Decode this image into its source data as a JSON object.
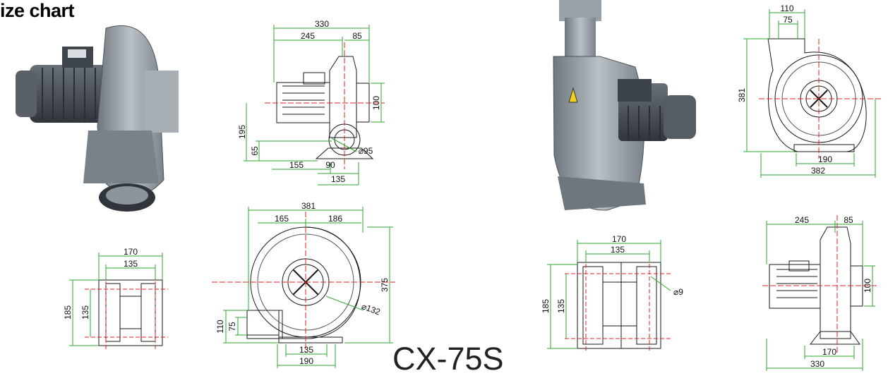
{
  "page": {
    "title": "ize chart",
    "model": "CX-75S"
  },
  "colors": {
    "dimension_line": "#2ea82e",
    "center_line": "#e02020",
    "outline": "#1a1a1a",
    "metal": "#9aa2aa",
    "metal_dark": "#5e666e",
    "motor": "#4a5058"
  },
  "dimensions": [
    {
      "id": "d1",
      "text": "330"
    },
    {
      "id": "d2",
      "text": "245"
    },
    {
      "id": "d3",
      "text": "85"
    },
    {
      "id": "d4",
      "text": "100"
    },
    {
      "id": "d5",
      "text": "195"
    },
    {
      "id": "d6",
      "text": "65"
    },
    {
      "id": "d7",
      "text": "155"
    },
    {
      "id": "d8",
      "text": "90"
    },
    {
      "id": "d9",
      "text": "135"
    },
    {
      "id": "d10",
      "text": "⌀95"
    },
    {
      "id": "d11",
      "text": "381"
    },
    {
      "id": "d12",
      "text": "165"
    },
    {
      "id": "d13",
      "text": "186"
    },
    {
      "id": "d14",
      "text": "375"
    },
    {
      "id": "d15",
      "text": "⌀132"
    },
    {
      "id": "d16",
      "text": "110"
    },
    {
      "id": "d17",
      "text": "75"
    },
    {
      "id": "d18",
      "text": "135"
    },
    {
      "id": "d19",
      "text": "190"
    },
    {
      "id": "d20",
      "text": "170"
    },
    {
      "id": "d21",
      "text": "135"
    },
    {
      "id": "d22",
      "text": "185"
    },
    {
      "id": "d23",
      "text": "135"
    },
    {
      "id": "d24",
      "text": "110"
    },
    {
      "id": "d25",
      "text": "75"
    },
    {
      "id": "d26",
      "text": "381"
    },
    {
      "id": "d27",
      "text": "190"
    },
    {
      "id": "d28",
      "text": "382"
    },
    {
      "id": "d29",
      "text": "170"
    },
    {
      "id": "d30",
      "text": "135"
    },
    {
      "id": "d31",
      "text": "185"
    },
    {
      "id": "d32",
      "text": "135"
    },
    {
      "id": "d33",
      "text": "⌀9"
    },
    {
      "id": "d34",
      "text": "245"
    },
    {
      "id": "d35",
      "text": "85"
    },
    {
      "id": "d36",
      "text": "100"
    },
    {
      "id": "d37",
      "text": "170"
    },
    {
      "id": "d38",
      "text": "330"
    }
  ]
}
